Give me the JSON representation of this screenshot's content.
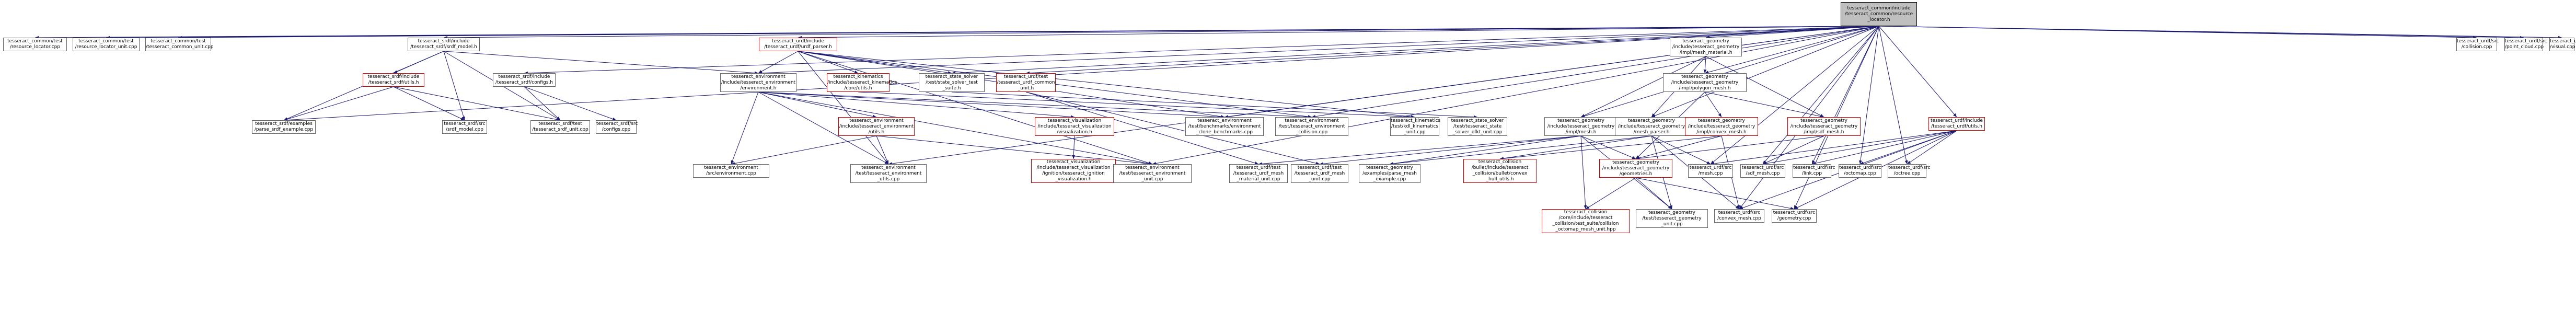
{
  "graph": {
    "nodes": [
      {
        "id": "root",
        "lines": [
          "tesseract_common/include",
          "/tesseract_common/resource",
          "_locator.h"
        ],
        "style": "root"
      },
      {
        "id": "n1",
        "lines": [
          "tesseract_common/test",
          "/resource_locator.cpp"
        ],
        "style": "normal"
      },
      {
        "id": "n2",
        "lines": [
          "tesseract_common/test",
          "/resource_locator_unit.cpp"
        ],
        "style": "normal"
      },
      {
        "id": "n3",
        "lines": [
          "tesseract_common/test",
          "/tesseract_common_unit.cpp"
        ],
        "style": "normal"
      },
      {
        "id": "n4",
        "lines": [
          "tesseract_srdf/include",
          "/tesseract_srdf/srdf_model.h"
        ],
        "style": "normal"
      },
      {
        "id": "n5",
        "lines": [
          "tesseract_urdf/include",
          "/tesseract_urdf/urdf_parser.h"
        ],
        "style": "highlight"
      },
      {
        "id": "n6",
        "lines": [
          "tesseract_geometry",
          "/include/tesseract_geometry",
          "/impl/mesh_material.h"
        ],
        "style": "normal"
      },
      {
        "id": "n7",
        "lines": [
          "tesseract_urdf/src",
          "/collision.cpp"
        ],
        "style": "normal"
      },
      {
        "id": "n8",
        "lines": [
          "tesseract_urdf/src",
          "/point_cloud.cpp"
        ],
        "style": "normal"
      },
      {
        "id": "n9",
        "lines": [
          "tesseract_urdf/src",
          "/visual.cpp"
        ],
        "style": "normal"
      },
      {
        "id": "n10",
        "lines": [
          "tesseract_srdf/include",
          "/tesseract_srdf/configs.h"
        ],
        "style": "normal"
      },
      {
        "id": "n11",
        "lines": [
          "tesseract_srdf/include",
          "/tesseract_srdf/utils.h"
        ],
        "style": "highlight"
      },
      {
        "id": "n12",
        "lines": [
          "tesseract_environment",
          "/include/tesseract_environment",
          "/environment.h"
        ],
        "style": "normal"
      },
      {
        "id": "n13",
        "lines": [
          "tesseract_kinematics",
          "/include/tesseract_kinematics",
          "/core/utils.h"
        ],
        "style": "highlight"
      },
      {
        "id": "n14",
        "lines": [
          "tesseract_state_solver",
          "/test/state_solver_test",
          "_suite.h"
        ],
        "style": "normal"
      },
      {
        "id": "n15",
        "lines": [
          "tesseract_urdf/test",
          "/tesseract_urdf_common",
          "_unit.h"
        ],
        "style": "highlight"
      },
      {
        "id": "n16",
        "lines": [
          "tesseract_geometry",
          "/include/tesseract_geometry",
          "/impl/polygon_mesh.h"
        ],
        "style": "normal"
      },
      {
        "id": "n17",
        "lines": [
          "tesseract_srdf/examples",
          "/parse_srdf_example.cpp"
        ],
        "style": "normal"
      },
      {
        "id": "n18",
        "lines": [
          "tesseract_srdf/src",
          "/srdf_model.cpp"
        ],
        "style": "normal"
      },
      {
        "id": "n19",
        "lines": [
          "tesseract_srdf/test",
          "/tesseract_srdf_unit.cpp"
        ],
        "style": "normal"
      },
      {
        "id": "n20",
        "lines": [
          "tesseract_srdf/src",
          "/configs.cpp"
        ],
        "style": "normal"
      },
      {
        "id": "n21",
        "lines": [
          "tesseract_environment",
          "/include/tesseract_environment",
          "/utils.h"
        ],
        "style": "highlight"
      },
      {
        "id": "n22",
        "lines": [
          "tesseract_visualization",
          "/include/tesseract_visualization",
          "/visualization.h"
        ],
        "style": "highlight"
      },
      {
        "id": "n23",
        "lines": [
          "tesseract_environment",
          "/test/benchmarks/environment",
          "_clone_benchmarks.cpp"
        ],
        "style": "normal"
      },
      {
        "id": "n24",
        "lines": [
          "tesseract_environment",
          "/test/tesseract_environment",
          "_collision.cpp"
        ],
        "style": "normal"
      },
      {
        "id": "n25",
        "lines": [
          "tesseract_kinematics",
          "/test/kdl_kinematics",
          "_unit.cpp"
        ],
        "style": "normal"
      },
      {
        "id": "n26",
        "lines": [
          "tesseract_state_solver",
          "/test/tesseract_state",
          "_solver_ofkt_unit.cpp"
        ],
        "style": "normal"
      },
      {
        "id": "n27",
        "lines": [
          "tesseract_geometry",
          "/include/tesseract_geometry",
          "/impl/mesh.h"
        ],
        "style": "normal"
      },
      {
        "id": "n28",
        "lines": [
          "tesseract_geometry",
          "/include/tesseract_geometry",
          "/mesh_parser.h"
        ],
        "style": "normal"
      },
      {
        "id": "n29",
        "lines": [
          "tesseract_geometry",
          "/include/tesseract_geometry",
          "/impl/convex_mesh.h"
        ],
        "style": "highlight"
      },
      {
        "id": "n30",
        "lines": [
          "tesseract_geometry",
          "/include/tesseract_geometry",
          "/impl/sdf_mesh.h"
        ],
        "style": "highlight"
      },
      {
        "id": "n31",
        "lines": [
          "tesseract_urdf/include",
          "/tesseract_urdf/utils.h"
        ],
        "style": "highlight"
      },
      {
        "id": "n32",
        "lines": [
          "tesseract_environment",
          "/src/environment.cpp"
        ],
        "style": "normal"
      },
      {
        "id": "n33",
        "lines": [
          "tesseract_environment",
          "/test/tesseract_environment",
          "_utils.cpp"
        ],
        "style": "normal"
      },
      {
        "id": "n34",
        "lines": [
          "tesseract_visualization",
          "/include/tesseract_visualization",
          "/ignition/tesseract_ignition",
          "_visualization.h"
        ],
        "style": "highlight"
      },
      {
        "id": "n35",
        "lines": [
          "tesseract_environment",
          "/test/tesseract_environment",
          "_unit.cpp"
        ],
        "style": "normal"
      },
      {
        "id": "n36",
        "lines": [
          "tesseract_urdf/test",
          "/tesseract_urdf_mesh",
          "_material_unit.cpp"
        ],
        "style": "normal"
      },
      {
        "id": "n37",
        "lines": [
          "tesseract_urdf/test",
          "/tesseract_urdf_mesh",
          "_unit.cpp"
        ],
        "style": "normal"
      },
      {
        "id": "n38",
        "lines": [
          "tesseract_geometry",
          "/examples/parse_mesh",
          "_example.cpp"
        ],
        "style": "normal"
      },
      {
        "id": "n39",
        "lines": [
          "tesseract_collision",
          "/bullet/include/tesseract",
          "_collision/bullet/convex",
          "_hull_utils.h"
        ],
        "style": "highlight"
      },
      {
        "id": "n40",
        "lines": [
          "tesseract_geometry",
          "/include/tesseract_geometry",
          "/geometries.h"
        ],
        "style": "highlight"
      },
      {
        "id": "n41",
        "lines": [
          "tesseract_urdf/src",
          "/mesh.cpp"
        ],
        "style": "normal"
      },
      {
        "id": "n42",
        "lines": [
          "tesseract_urdf/src",
          "/sdf_mesh.cpp"
        ],
        "style": "normal"
      },
      {
        "id": "n43",
        "lines": [
          "tesseract_urdf/src",
          "/link.cpp"
        ],
        "style": "normal"
      },
      {
        "id": "n44",
        "lines": [
          "tesseract_urdf/src",
          "/octomap.cpp"
        ],
        "style": "normal"
      },
      {
        "id": "n45",
        "lines": [
          "tesseract_urdf/src",
          "/octree.cpp"
        ],
        "style": "normal"
      },
      {
        "id": "n46",
        "lines": [
          "tesseract_collision",
          "/core/include/tesseract",
          "_collision/test_suite/collision",
          "_octomap_mesh_unit.hpp"
        ],
        "style": "highlight"
      },
      {
        "id": "n47",
        "lines": [
          "tesseract_geometry",
          "/test/tesseract_geometry",
          "_unit.cpp"
        ],
        "style": "normal"
      },
      {
        "id": "n48",
        "lines": [
          "tesseract_urdf/src",
          "/convex_mesh.cpp"
        ],
        "style": "normal"
      },
      {
        "id": "n49",
        "lines": [
          "tesseract_urdf/src",
          "/geometry.cpp"
        ],
        "style": "normal"
      }
    ],
    "edges": [
      [
        "root",
        "n1"
      ],
      [
        "root",
        "n2"
      ],
      [
        "root",
        "n3"
      ],
      [
        "root",
        "n4"
      ],
      [
        "root",
        "n5"
      ],
      [
        "root",
        "n6"
      ],
      [
        "root",
        "n7"
      ],
      [
        "root",
        "n8"
      ],
      [
        "root",
        "n9"
      ],
      [
        "root",
        "n10"
      ],
      [
        "root",
        "n12"
      ],
      [
        "root",
        "n14"
      ],
      [
        "root",
        "n15"
      ],
      [
        "root",
        "n16"
      ],
      [
        "root",
        "n27"
      ],
      [
        "root",
        "n28"
      ],
      [
        "root",
        "n31"
      ],
      [
        "root",
        "n17"
      ],
      [
        "root",
        "n33"
      ],
      [
        "root",
        "n35"
      ],
      [
        "root",
        "n24"
      ],
      [
        "root",
        "n23"
      ],
      [
        "root",
        "n41"
      ],
      [
        "root",
        "n42"
      ],
      [
        "root",
        "n43"
      ],
      [
        "root",
        "n44"
      ],
      [
        "root",
        "n45"
      ],
      [
        "root",
        "n48"
      ],
      [
        "root",
        "n49"
      ],
      [
        "n4",
        "n11"
      ],
      [
        "n4",
        "n17"
      ],
      [
        "n4",
        "n18"
      ],
      [
        "n4",
        "n19"
      ],
      [
        "n4",
        "n12"
      ],
      [
        "n10",
        "n19"
      ],
      [
        "n10",
        "n20"
      ],
      [
        "n11",
        "n17"
      ],
      [
        "n11",
        "n18"
      ],
      [
        "n11",
        "n19"
      ],
      [
        "n5",
        "n12"
      ],
      [
        "n5",
        "n13"
      ],
      [
        "n5",
        "n14"
      ],
      [
        "n5",
        "n23"
      ],
      [
        "n5",
        "n24"
      ],
      [
        "n5",
        "n25"
      ],
      [
        "n5",
        "n33"
      ],
      [
        "n5",
        "n35"
      ],
      [
        "n13",
        "n25"
      ],
      [
        "n14",
        "n26"
      ],
      [
        "n15",
        "n36"
      ],
      [
        "n15",
        "n37"
      ],
      [
        "n12",
        "n21"
      ],
      [
        "n12",
        "n22"
      ],
      [
        "n12",
        "n23"
      ],
      [
        "n12",
        "n24"
      ],
      [
        "n12",
        "n32"
      ],
      [
        "n12",
        "n33"
      ],
      [
        "n12",
        "n35"
      ],
      [
        "n21",
        "n32"
      ],
      [
        "n21",
        "n33"
      ],
      [
        "n21",
        "n35"
      ],
      [
        "n22",
        "n34"
      ],
      [
        "n6",
        "n16"
      ],
      [
        "n6",
        "n27"
      ],
      [
        "n6",
        "n28"
      ],
      [
        "n6",
        "n30"
      ],
      [
        "n16",
        "n29"
      ],
      [
        "n16",
        "n30"
      ],
      [
        "n16",
        "n40"
      ],
      [
        "n27",
        "n36"
      ],
      [
        "n27",
        "n37"
      ],
      [
        "n27",
        "n38"
      ],
      [
        "n27",
        "n40"
      ],
      [
        "n27",
        "n46"
      ],
      [
        "n27",
        "n47"
      ],
      [
        "n28",
        "n38"
      ],
      [
        "n28",
        "n39"
      ],
      [
        "n28",
        "n41"
      ],
      [
        "n28",
        "n47"
      ],
      [
        "n28",
        "n48"
      ],
      [
        "n29",
        "n39"
      ],
      [
        "n29",
        "n40"
      ],
      [
        "n29",
        "n48"
      ],
      [
        "n30",
        "n40"
      ],
      [
        "n30",
        "n42"
      ],
      [
        "n31",
        "n41"
      ],
      [
        "n31",
        "n42"
      ],
      [
        "n31",
        "n43"
      ],
      [
        "n31",
        "n44"
      ],
      [
        "n31",
        "n45"
      ],
      [
        "n31",
        "n48"
      ],
      [
        "n31",
        "n49"
      ],
      [
        "n40",
        "n46"
      ],
      [
        "n40",
        "n47"
      ],
      [
        "n40",
        "n49"
      ]
    ]
  }
}
